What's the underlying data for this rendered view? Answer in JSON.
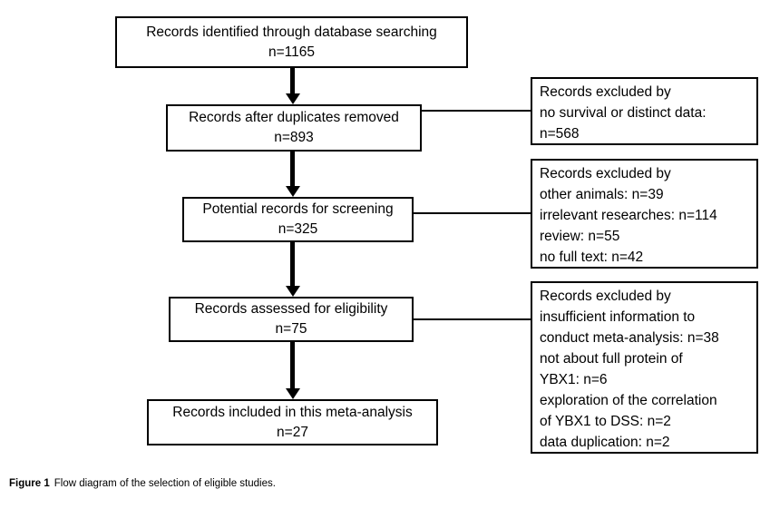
{
  "diagram": {
    "main_boxes": [
      {
        "line1": "Records identified through database searching",
        "line2": "n=1165"
      },
      {
        "line1": "Records after duplicates removed",
        "line2": "n=893"
      },
      {
        "line1": "Potential records for screening",
        "line2": "n=325"
      },
      {
        "line1": "Records assessed for eligibility",
        "line2": "n=75"
      },
      {
        "line1": "Records included in this meta-analysis",
        "line2": "n=27"
      }
    ],
    "exclusion_boxes": [
      {
        "lines": [
          "Records excluded by",
          "no survival or distinct data:",
          "n=568"
        ]
      },
      {
        "lines": [
          "Records excluded by",
          "other animals: n=39",
          "irrelevant researches: n=114",
          "review: n=55",
          "no full text: n=42"
        ]
      },
      {
        "lines": [
          "Records excluded by",
          "insufficient information to",
          "conduct meta-analysis: n=38",
          "not about full protein of",
          "YBX1: n=6",
          "exploration of the correlation",
          "of YBX1 to DSS: n=2",
          "data duplication: n=2"
        ]
      }
    ]
  },
  "caption": {
    "label": "Figure 1",
    "text": "Flow diagram of the selection of eligible studies."
  },
  "colors": {
    "border": "#000000",
    "background": "#ffffff",
    "text": "#000000"
  }
}
